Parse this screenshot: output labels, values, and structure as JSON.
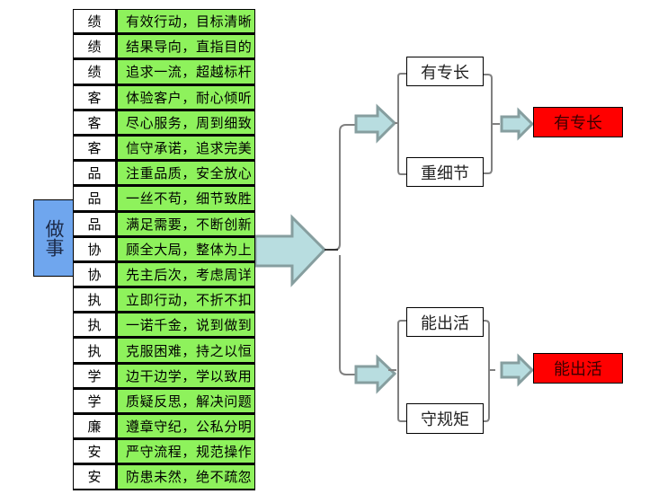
{
  "root": {
    "label": "做事"
  },
  "rows": [
    {
      "category": "绩",
      "text": "有效行动，目标清晰"
    },
    {
      "category": "绩",
      "text": "结果导向，直指目的"
    },
    {
      "category": "绩",
      "text": "追求一流，超越标杆"
    },
    {
      "category": "客",
      "text": "体验客户，耐心倾听"
    },
    {
      "category": "客",
      "text": "尽心服务，周到细致"
    },
    {
      "category": "客",
      "text": "信守承诺，追求完美"
    },
    {
      "category": "品",
      "text": "注重品质，安全放心"
    },
    {
      "category": "品",
      "text": "一丝不苟，细节致胜"
    },
    {
      "category": "品",
      "text": "满足需要，不断创新"
    },
    {
      "category": "协",
      "text": "顾全大局，整体为上"
    },
    {
      "category": "协",
      "text": "先主后次，考虑周详"
    },
    {
      "category": "执",
      "text": "立即行动，不折不扣"
    },
    {
      "category": "执",
      "text": "一诺千金，说到做到"
    },
    {
      "category": "执",
      "text": "克服困难，持之以恒"
    },
    {
      "category": "学",
      "text": "边干边学，学以致用"
    },
    {
      "category": "学",
      "text": "质疑反思，解决问题"
    },
    {
      "category": "廉",
      "text": "遵章守纪，公私分明"
    },
    {
      "category": "安",
      "text": "严守流程，规范操作"
    },
    {
      "category": "安",
      "text": "防患未然，绝不疏忽"
    }
  ],
  "branches": [
    {
      "nodes": [
        "有专长",
        "重细节"
      ],
      "result": "有专长"
    },
    {
      "nodes": [
        "能出活",
        "守规矩"
      ],
      "result": "能出活"
    }
  ],
  "colors": {
    "root_fill": "#6fa6ee",
    "row_fill": "#8ef25c",
    "arrow_fill": "#b8dde0",
    "arrow_stroke": "#869e9f",
    "result_fill": "#ff0000",
    "connector": "#808080"
  }
}
